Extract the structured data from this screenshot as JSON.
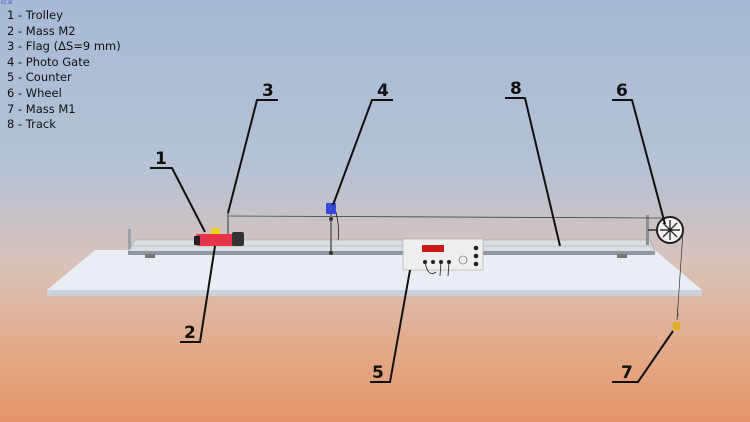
{
  "fps_readout": "62.36",
  "legend": [
    "1 - Trolley",
    "2 - Mass M2",
    "3 - Flag (ΔS=9 mm)",
    "4 - Photo Gate",
    "5 - Counter",
    "6 - Wheel",
    "7 - Mass M1",
    "8 - Track"
  ],
  "callouts": {
    "c1": "1",
    "c2": "2",
    "c3": "3",
    "c4": "4",
    "c5": "5",
    "c6": "6",
    "c7": "7",
    "c8": "8"
  },
  "colors": {
    "trolley": "#e8344a",
    "photo_gate": "#3a48d8",
    "counter_display": "#c81818",
    "mass_m1": "#e0b020"
  }
}
